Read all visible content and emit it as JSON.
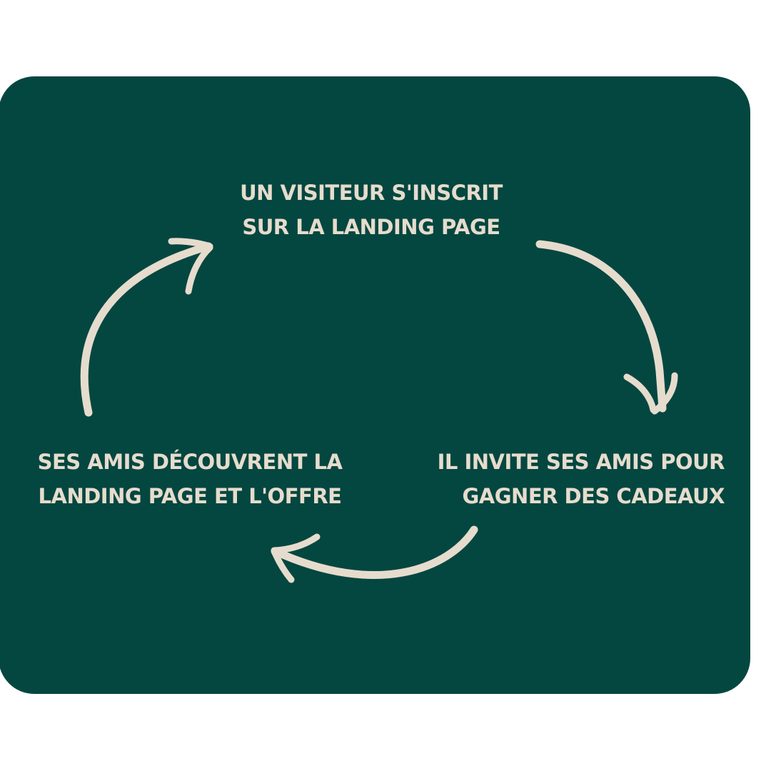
{
  "colors": {
    "background": "#ffffff",
    "card": "#044740",
    "text": "#e6dccd",
    "arrow": "#e6dccd"
  },
  "steps": [
    {
      "id": "signup",
      "lines": [
        "UN VISITEUR S'INSCRIT",
        "SUR LA LANDING PAGE"
      ]
    },
    {
      "id": "invite",
      "lines": [
        "IL INVITE SES AMIS POUR",
        "GAGNER DES CADEAUX"
      ]
    },
    {
      "id": "discover",
      "lines": [
        "SES AMIS DÉCOUVRENT LA",
        "LANDING PAGE ET L'OFFRE"
      ]
    }
  ],
  "arrows": [
    {
      "id": "arrow-signup-to-invite",
      "from": "signup",
      "to": "invite",
      "icon": "curved-arrow-down-right-icon"
    },
    {
      "id": "arrow-invite-to-discover",
      "from": "invite",
      "to": "discover",
      "icon": "curved-arrow-left-icon"
    },
    {
      "id": "arrow-discover-to-signup",
      "from": "discover",
      "to": "signup",
      "icon": "curved-arrow-up-right-icon"
    }
  ]
}
